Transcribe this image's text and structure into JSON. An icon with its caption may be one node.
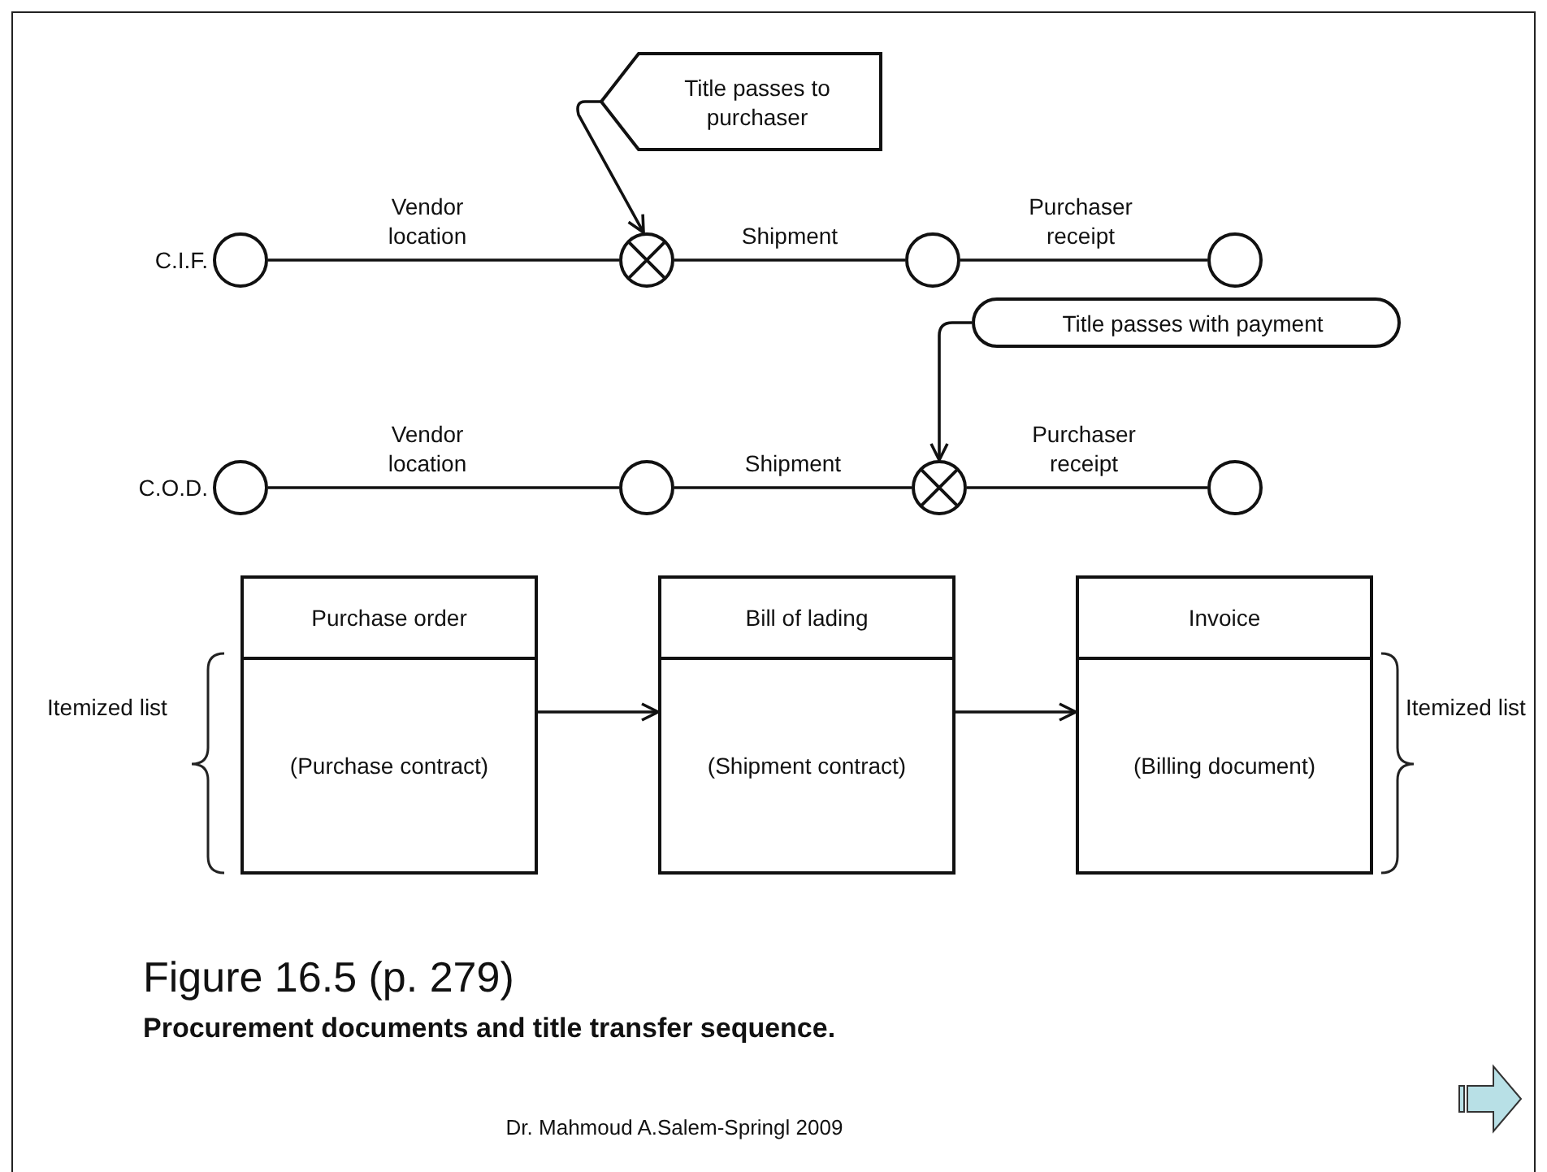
{
  "diagram": {
    "title": "Figure 16.5 (p. 279)",
    "caption": "Procurement documents and title transfer sequence.",
    "nodes": [
      {
        "text": [
          "Title passes to purchaser"
        ]
      },
      {
        "text": [],
        "shape": "circle"
      },
      {
        "text": [],
        "shape": "circle"
      },
      {
        "text": [],
        "shape": "circle"
      },
      {
        "text": [],
        "shape": "circle"
      },
      {
        "text": [
          "Title passes with payment"
        ]
      },
      {
        "text": [],
        "shape": "circle"
      },
      {
        "text": [],
        "shape": "circle"
      },
      {
        "text": [],
        "shape": "circle"
      },
      {
        "text": [],
        "shape": "circle"
      },
      {
        "text": [
          "Purchase order",
          "(Purchase contract)"
        ]
      },
      {
        "text": [
          "Bill of lading",
          "(Shipment contract)"
        ]
      },
      {
        "text": [
          "Invoice",
          "(Billing document)"
        ]
      }
    ],
    "edges": [
      {
        "from": 0,
        "to": 2,
        "arrow": "to"
      },
      {
        "from": 1,
        "to": 2,
        "arrow": "none",
        "label": "Vendor location"
      },
      {
        "from": 2,
        "to": 3,
        "arrow": "none",
        "label": "Shipment"
      },
      {
        "from": 3,
        "to": 4,
        "arrow": "none",
        "label": "Purchaser receipt"
      },
      {
        "from": 5,
        "to": 8,
        "arrow": "to"
      },
      {
        "from": 6,
        "to": 7,
        "arrow": "none",
        "label": "Vendor location"
      },
      {
        "from": 7,
        "to": 8,
        "arrow": "none",
        "label": "Shipment"
      },
      {
        "from": 8,
        "to": 9,
        "arrow": "none",
        "label": "Purchaser receipt"
      },
      {
        "from": 10,
        "to": 11,
        "arrow": "to"
      },
      {
        "from": 11,
        "to": 12,
        "arrow": "to"
      }
    ],
    "labels": [
      "C.I.F.",
      "C.O.D.",
      "Itemized list",
      "Itemized list",
      "Dr. Mahmoud A.Salem-Springl 2009"
    ]
  }
}
